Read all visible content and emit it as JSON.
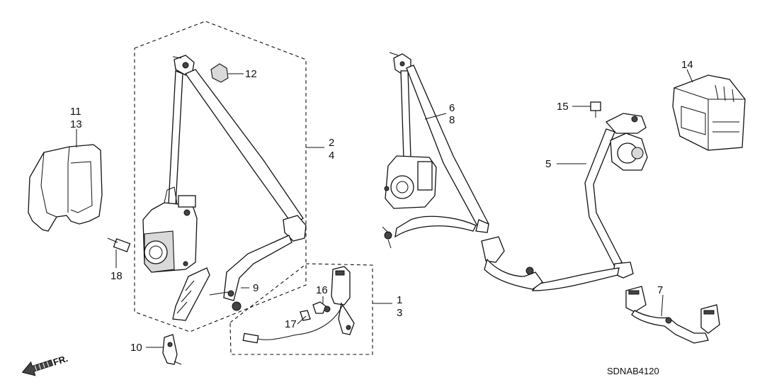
{
  "diagram": {
    "code": "SDNAB4120",
    "direction_label": "FR.",
    "callouts": [
      {
        "id": "c1",
        "text": "1"
      },
      {
        "id": "c3",
        "text": "3"
      },
      {
        "id": "c2",
        "text": "2"
      },
      {
        "id": "c4",
        "text": "4"
      },
      {
        "id": "c5",
        "text": "5"
      },
      {
        "id": "c6",
        "text": "6"
      },
      {
        "id": "c8",
        "text": "8"
      },
      {
        "id": "c7",
        "text": "7"
      },
      {
        "id": "c9",
        "text": "9"
      },
      {
        "id": "c10",
        "text": "10"
      },
      {
        "id": "c11",
        "text": "11"
      },
      {
        "id": "c13",
        "text": "13"
      },
      {
        "id": "c12",
        "text": "12"
      },
      {
        "id": "c14",
        "text": "14"
      },
      {
        "id": "c15",
        "text": "15"
      },
      {
        "id": "c16",
        "text": "16"
      },
      {
        "id": "c17",
        "text": "17"
      },
      {
        "id": "c18",
        "text": "18"
      }
    ]
  }
}
